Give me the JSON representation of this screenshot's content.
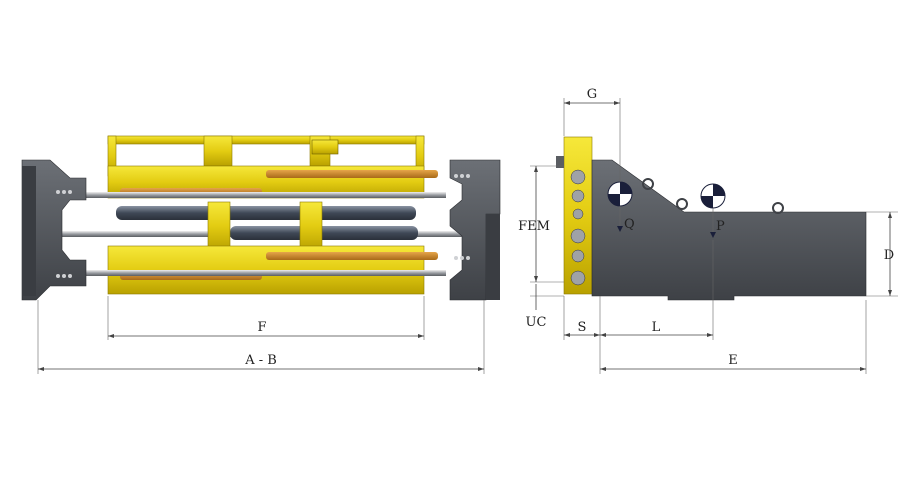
{
  "dimensions": {
    "F": "F",
    "AB": "A - B",
    "G": "G",
    "FEM": "FEM",
    "UC": "UC",
    "S": "S",
    "L": "L",
    "E": "E",
    "D": "D",
    "Q": "Q",
    "P": "P"
  },
  "colors": {
    "frame_yellow": "#e8d21a",
    "frame_yellow_dark": "#b7a300",
    "steel_dark": "#4a4d52",
    "steel_mid": "#6b6e73",
    "orange_rod": "#c98a2e",
    "cylinder_blue": "#4c5666"
  }
}
